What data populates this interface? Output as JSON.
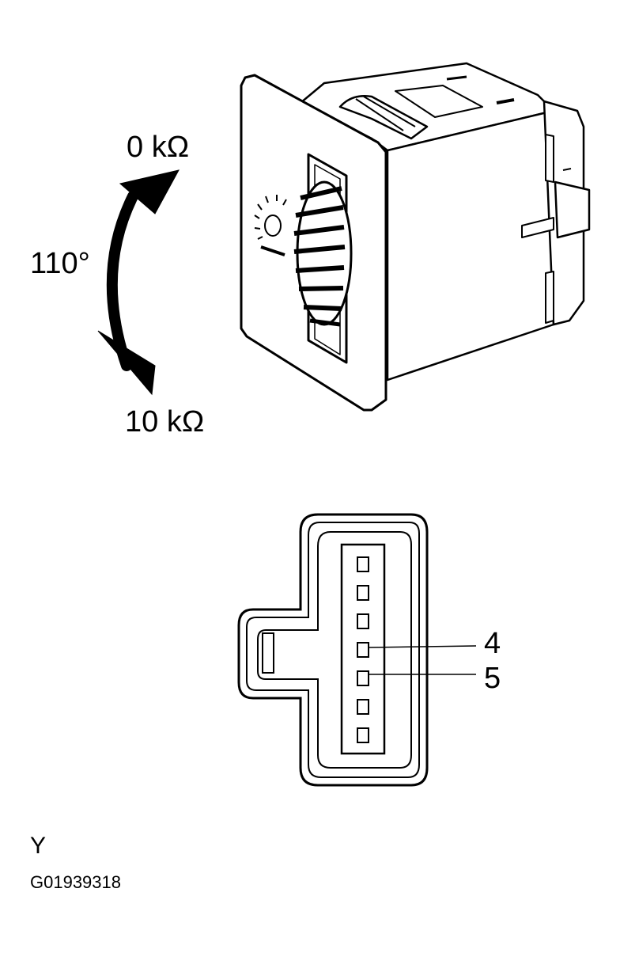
{
  "rotation": {
    "top_resistance": "0 kΩ",
    "angle": "110°",
    "bottom_resistance": "10 kΩ"
  },
  "connector": {
    "pin_count": 7,
    "pins": [
      {
        "label": ""
      },
      {
        "label": ""
      },
      {
        "label": ""
      },
      {
        "label": "4"
      },
      {
        "label": "5"
      },
      {
        "label": ""
      },
      {
        "label": ""
      }
    ],
    "callout_4": "4",
    "callout_5": "5"
  },
  "footer": {
    "letter": "Y",
    "figure_code": "G01939318"
  },
  "colors": {
    "line": "#000000",
    "background": "#ffffff"
  }
}
